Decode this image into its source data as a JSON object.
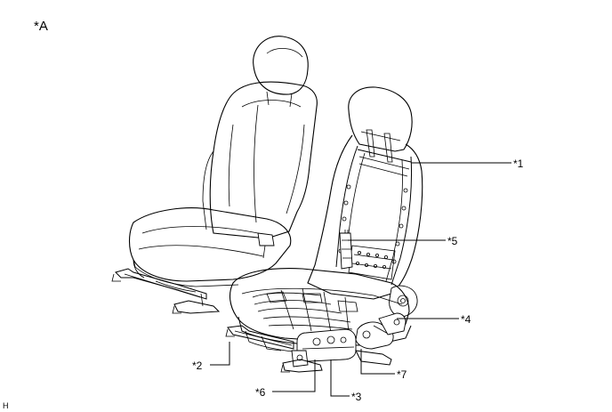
{
  "figure": {
    "view_label": "*A",
    "corner_code": "H",
    "callouts": {
      "c1": "*1",
      "c2": "*2",
      "c3": "*3",
      "c4": "*4",
      "c5": "*5",
      "c6": "*6",
      "c7": "*7"
    }
  }
}
